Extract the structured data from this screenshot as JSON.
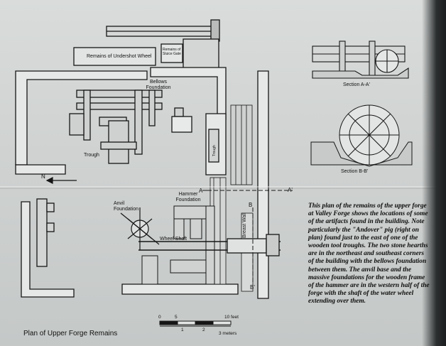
{
  "title": "Plan of Upper Forge Remains",
  "caption": "This plan of the remains of the upper forge at Valley Forge shows the locations of some of the artifacts found in the building. Note particularly the \"Andover\" pig (right on plan) found just to the east of one of the wooden tool troughs. The two stone hearths are in the northeast and southeast corners of the building with the bellows foundation between them. The anvil base and the massive foundations for the wooden frame of the hammer are in the western half of the forge with the shaft of the water wheel extending over them.",
  "labels": {
    "undershot_wheel": "Remains of Undershot Wheel",
    "sluice_gate": "Remains of Sluice Gate",
    "bellows": "Bellows Foundation",
    "trough_left": "Trough",
    "trough_right": "Trough",
    "section_aa": "Section A-A'",
    "section_bb": "Section B-B'",
    "anvil": "Anvil Foundation",
    "hammer": "Hammer Foundation",
    "wheel_shaft": "Wheel Shaft",
    "breast_wall": "Breast Wall",
    "north": "N",
    "a_left": "A",
    "a_right": "A'",
    "b_top": "B",
    "b_bottom": "B'"
  },
  "scale": {
    "feet_label": "10 feet",
    "meters_label": "3 meters",
    "ticks_top": [
      "0",
      "5"
    ],
    "ticks_bottom": [
      "1",
      "2"
    ]
  }
}
